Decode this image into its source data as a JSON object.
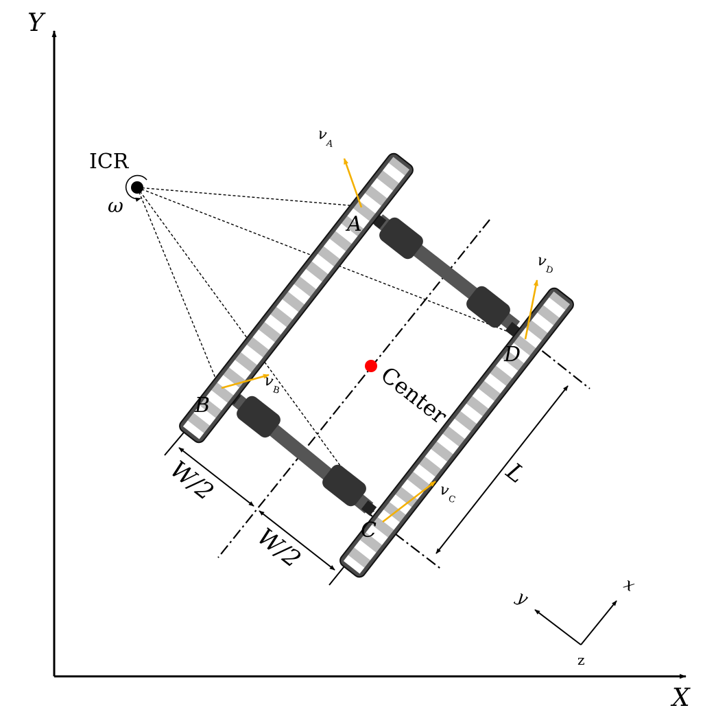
{
  "axes": {
    "x_label": "X",
    "y_label": "Y"
  },
  "icr": {
    "label": "ICR",
    "omega": "ω"
  },
  "center": {
    "label": "Center",
    "color": "#ff0000"
  },
  "wheels": {
    "A": {
      "label": "A",
      "vel_symbol": "v",
      "vel_sub": "A"
    },
    "B": {
      "label": "B",
      "vel_symbol": "v",
      "vel_sub": "B"
    },
    "C": {
      "label": "C",
      "vel_symbol": "v",
      "vel_sub": "C"
    },
    "D": {
      "label": "D",
      "vel_symbol": "v",
      "vel_sub": "D"
    }
  },
  "dims": {
    "w_half_1": "W/2",
    "w_half_2": "W/2",
    "length": "L"
  },
  "body_frame": {
    "x": "x",
    "y": "y",
    "z": "z"
  },
  "colors": {
    "velocity": "#f4b000",
    "track_dark": "#4a4a4a",
    "track_stripe": "#bdbdbd",
    "axle": "#555555",
    "motor": "#333333"
  }
}
